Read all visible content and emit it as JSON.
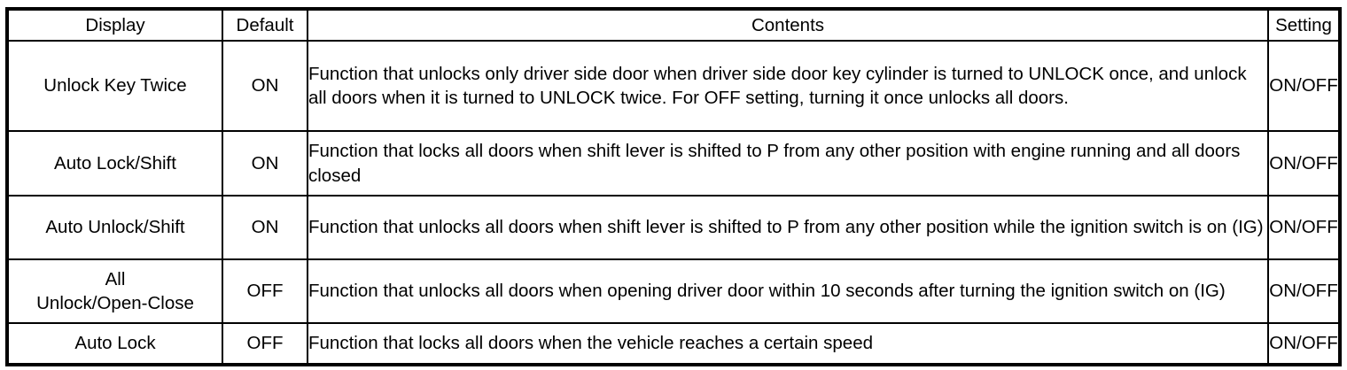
{
  "table": {
    "columns": [
      {
        "key": "display",
        "label": "Display"
      },
      {
        "key": "default",
        "label": "Default"
      },
      {
        "key": "contents",
        "label": "Contents"
      },
      {
        "key": "setting",
        "label": "Setting"
      }
    ],
    "rows": [
      {
        "display": "Unlock Key Twice",
        "display_line1": "Unlock Key Twice",
        "display_line2": "",
        "default": "ON",
        "contents": "Function that unlocks only driver side door when driver side door key cylinder is turned to UNLOCK once, and unlock all doors when it is turned to UNLOCK twice. For OFF setting, turning it once unlocks all doors.",
        "setting": "ON/OFF"
      },
      {
        "display": "Auto Lock/Shift",
        "display_line1": "Auto Lock/Shift",
        "display_line2": "",
        "default": "ON",
        "contents": "Function that locks all doors when shift lever is shifted to P from any other position with engine running and all doors closed",
        "setting": "ON/OFF"
      },
      {
        "display": "Auto Unlock/Shift",
        "display_line1": "Auto Unlock/Shift",
        "display_line2": "",
        "default": "ON",
        "contents": "Function that unlocks all doors when shift lever is shifted to P from any other position while the ignition switch is on (IG)",
        "setting": "ON/OFF"
      },
      {
        "display": "All Unlock/Open-Close",
        "display_line1": "All",
        "display_line2": "Unlock/Open-Close",
        "default": "OFF",
        "contents": "Function that unlocks all doors when opening driver door within 10 seconds after turning the ignition switch on (IG)",
        "setting": "ON/OFF"
      },
      {
        "display": "Auto Lock",
        "display_line1": "Auto Lock",
        "display_line2": "",
        "default": "OFF",
        "contents": "Function that locks all doors when the vehicle reaches a certain speed",
        "setting": "ON/OFF"
      }
    ]
  },
  "colors": {
    "border": "#000000",
    "text": "#000000",
    "background": "#ffffff"
  }
}
